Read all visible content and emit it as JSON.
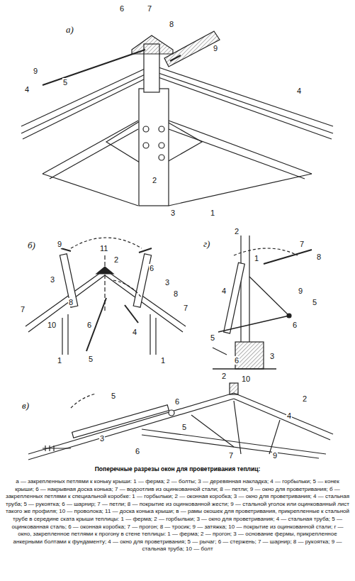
{
  "diagram": {
    "title": "Поперечные разрезы окон для проветривания теплиц:",
    "caption": "а — закрепленных петлями к коньку крыши: 1 — ферма; 2 — болты; 3 — деревянная накладка; 4 — горбыльки; 5 — конек крыши; 6 — накрывная доска конька; 7 — водоотлив из оцинкованной стали; 8 — петли; 9 — окно для проветривания; б — закрепленных петлями к специальной коробке: 1 — горбыльки; 2 — оконная коробка; 3 — окно для проветривания; 4 — стальная труба; 5 — рукоятка; 6 — шарнир; 7 — петли; 8 — покрытие из оцинкованной жести; 9 — стальной уголок или оцинкованный лист такого же профиля; 10 — проволока; 11 — доска конька крыши; в — рамы окошек для проветривания, прикрепленные к стальной трубе в середине ската крыши теплицы: 1 — ферма; 2 — горбыльки; 3 — окно для проветривания; 4 — стальная труба; 5 — оцинкованная сталь; 6 — оконная коробка; 7 — прогон; 8 — тросик; 9 — затяжка; 10 — покрытие из оцинкованной стали; г — окно, закрепленное петлями к прогону в стене теплицы: 1 — ферма; 2 — прогон; 3 — основание фермы, прикрепленное анкерными болтами к фундаменту; 4 — окно для проветривания; 5 — рычаг; 6 — стержень; 7 — шарнир; 8 — рукоятка; 9 — стальная труба; 10 — болт",
    "labels": [
      "а)",
      "6",
      "7",
      "8",
      "9",
      "9",
      "5",
      "4",
      "4",
      "2",
      "3",
      "1",
      "б)",
      "9",
      "11",
      "3",
      "2",
      "6",
      "3",
      "8",
      "7",
      "8",
      "7",
      "6",
      "10",
      "4",
      "1",
      "5",
      "1",
      "г)",
      "2",
      "1",
      "7",
      "8",
      "9",
      "5",
      "4",
      "6",
      "5",
      "6",
      "3",
      "2",
      "в)",
      "10",
      "2",
      "4",
      "5",
      "6",
      "5",
      "3",
      "7",
      "9",
      "6"
    ]
  }
}
